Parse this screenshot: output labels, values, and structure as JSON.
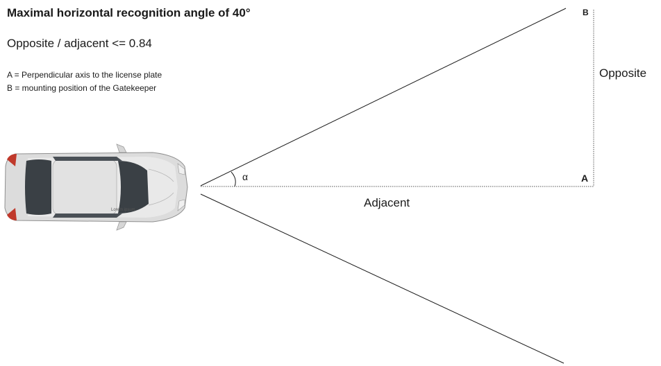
{
  "title": "Maximal horizontal recognition angle of 40°",
  "formula": "Opposite / adjacent  <= 0.84",
  "legend": {
    "a": "A = Perpendicular axis to the license plate",
    "b": "B = mounting position of the Gatekeeper"
  },
  "labels": {
    "opposite": "Opposite",
    "adjacent": "Adjacent",
    "point_a": "A",
    "point_b": "B",
    "angle": "α"
  },
  "car_plate_text": "Lorem ipsum",
  "colors": {
    "line": "#1a1a1a",
    "dotted": "#555555",
    "car_body": "#dcdcdc",
    "car_glass": "#3a4045",
    "tail_light": "#c0392b"
  },
  "icons": {
    "car": "car-top-view-icon"
  }
}
